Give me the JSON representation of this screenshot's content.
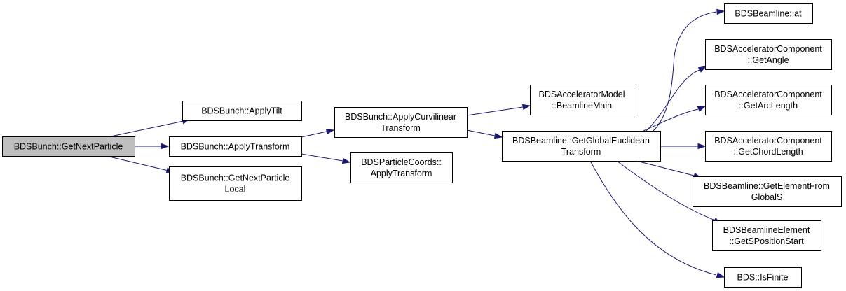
{
  "graph": {
    "nodes": [
      {
        "id": "n0",
        "lines": [
          "BDSBunch::GetNextParticle"
        ],
        "highlighted": true
      },
      {
        "id": "n1",
        "lines": [
          "BDSBunch::ApplyTilt"
        ]
      },
      {
        "id": "n2",
        "lines": [
          "BDSBunch::ApplyTransform"
        ]
      },
      {
        "id": "n3",
        "lines": [
          "BDSBunch::GetNextParticle",
          "Local"
        ]
      },
      {
        "id": "n4",
        "lines": [
          "BDSBunch::ApplyCurvilinear",
          "Transform"
        ]
      },
      {
        "id": "n5",
        "lines": [
          "BDSParticleCoords::",
          "ApplyTransform"
        ]
      },
      {
        "id": "n6",
        "lines": [
          "BDSAcceleratorModel",
          "::BeamlineMain"
        ]
      },
      {
        "id": "n7",
        "lines": [
          "BDSBeamline::GetGlobalEuclidean",
          "Transform"
        ]
      },
      {
        "id": "n8",
        "lines": [
          "BDSBeamline::at"
        ]
      },
      {
        "id": "n9",
        "lines": [
          "BDSAcceleratorComponent",
          "::GetAngle"
        ]
      },
      {
        "id": "n10",
        "lines": [
          "BDSAcceleratorComponent",
          "::GetArcLength"
        ]
      },
      {
        "id": "n11",
        "lines": [
          "BDSAcceleratorComponent",
          "::GetChordLength"
        ]
      },
      {
        "id": "n12",
        "lines": [
          "BDSBeamline::GetElementFrom",
          "GlobalS"
        ]
      },
      {
        "id": "n13",
        "lines": [
          "BDSBeamlineElement",
          "::GetSPositionStart"
        ]
      },
      {
        "id": "n14",
        "lines": [
          "BDS::IsFinite"
        ]
      }
    ],
    "edges": [
      {
        "from": "n0",
        "to": "n1"
      },
      {
        "from": "n0",
        "to": "n2"
      },
      {
        "from": "n0",
        "to": "n3"
      },
      {
        "from": "n2",
        "to": "n4"
      },
      {
        "from": "n2",
        "to": "n5"
      },
      {
        "from": "n4",
        "to": "n6"
      },
      {
        "from": "n4",
        "to": "n7"
      },
      {
        "from": "n7",
        "to": "n8"
      },
      {
        "from": "n7",
        "to": "n9"
      },
      {
        "from": "n7",
        "to": "n10"
      },
      {
        "from": "n7",
        "to": "n11"
      },
      {
        "from": "n7",
        "to": "n12"
      },
      {
        "from": "n7",
        "to": "n13"
      },
      {
        "from": "n7",
        "to": "n14"
      }
    ],
    "colors": {
      "edge": "#191970",
      "root_fill": "#bfbfbf",
      "node_fill": "#ffffff",
      "border": "#000000"
    }
  }
}
